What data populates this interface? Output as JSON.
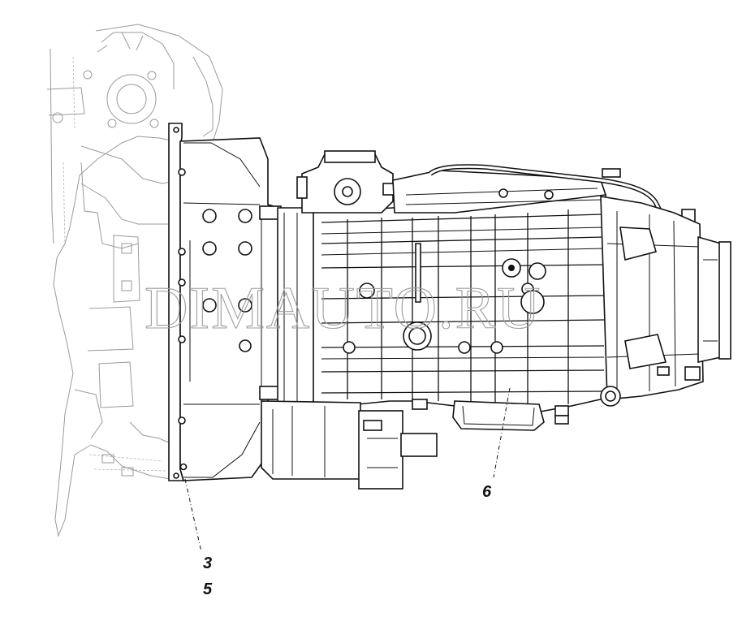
{
  "watermark": "DIMAUTO.RU",
  "callouts": [
    {
      "id": "callout-6",
      "label": "6"
    },
    {
      "id": "callout-3",
      "label": "3"
    },
    {
      "id": "callout-5",
      "label": "5"
    }
  ]
}
